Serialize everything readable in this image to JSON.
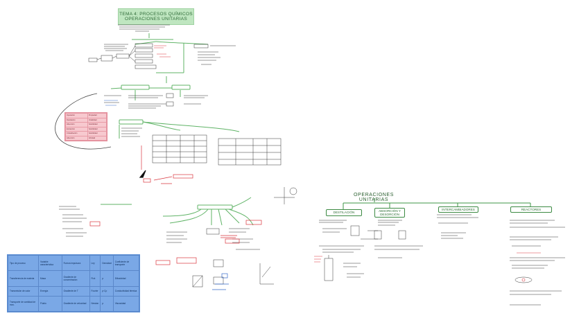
{
  "title": {
    "line1": "TEMA 4: PROCESOS QUÍMICOS",
    "line2": "OPERACIONES UNITARIAS"
  },
  "ops": {
    "title": "OPERACIONES UNITARIAS",
    "boxes": [
      "DESTILACIÓN",
      "ABSORCIÓN Y DESORCIÓN",
      "INTERCAMBIADORES",
      "REACTORES"
    ]
  },
  "blue_table": {
    "rows": [
      [
        "Tipo de proceso",
        "Variable característica",
        "Fuerza impulsora",
        "Ley",
        "Densidad",
        "Coeficiente de transporte"
      ],
      [
        "Transferencia de materia",
        "Masa",
        "Gradiente de concentración",
        "Fick",
        "ρ",
        "Difusividad"
      ],
      [
        "Transmisión de calor",
        "Energía",
        "Gradiente de T",
        "Fourier",
        "ρ·Cp",
        "Conductividad térmica"
      ],
      [
        "Transporte de cantidad de mov.",
        "Fluido",
        "Gradiente de velocidad",
        "Newton",
        "ρ",
        "Viscosidad"
      ]
    ]
  },
  "pink_table": {
    "rows": [
      [
        "Operación",
        "Propiedad"
      ],
      [
        "Destilación",
        "Volatilidad"
      ],
      [
        "Absorción",
        "Solubilidad"
      ],
      [
        "Extracción",
        "Solubilidad"
      ],
      [
        "Cristalización",
        "Solubilidad"
      ],
      [
        "Adsorción",
        "Afinidad"
      ]
    ]
  },
  "colors": {
    "green": "#3d9446",
    "light_green": "#9fd2a2",
    "red": "#d9363e",
    "blue": "#3468c8",
    "ink": "#2a2a2a"
  }
}
